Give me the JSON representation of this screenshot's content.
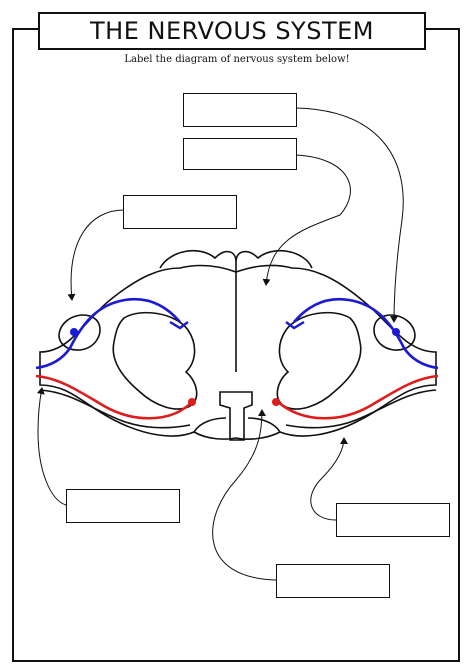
{
  "worksheet": {
    "title": "THE NERVOUS SYSTEM",
    "subtitle": "Label the diagram of nervous system below!"
  },
  "colors": {
    "outline": "#111111",
    "sensory_nerve": "#1a1ad6",
    "motor_nerve": "#e01b1b"
  },
  "answer_boxes": [
    {
      "id": 1,
      "value": ""
    },
    {
      "id": 2,
      "value": ""
    },
    {
      "id": 3,
      "value": ""
    },
    {
      "id": 4,
      "value": ""
    },
    {
      "id": 5,
      "value": ""
    },
    {
      "id": 6,
      "value": ""
    }
  ]
}
